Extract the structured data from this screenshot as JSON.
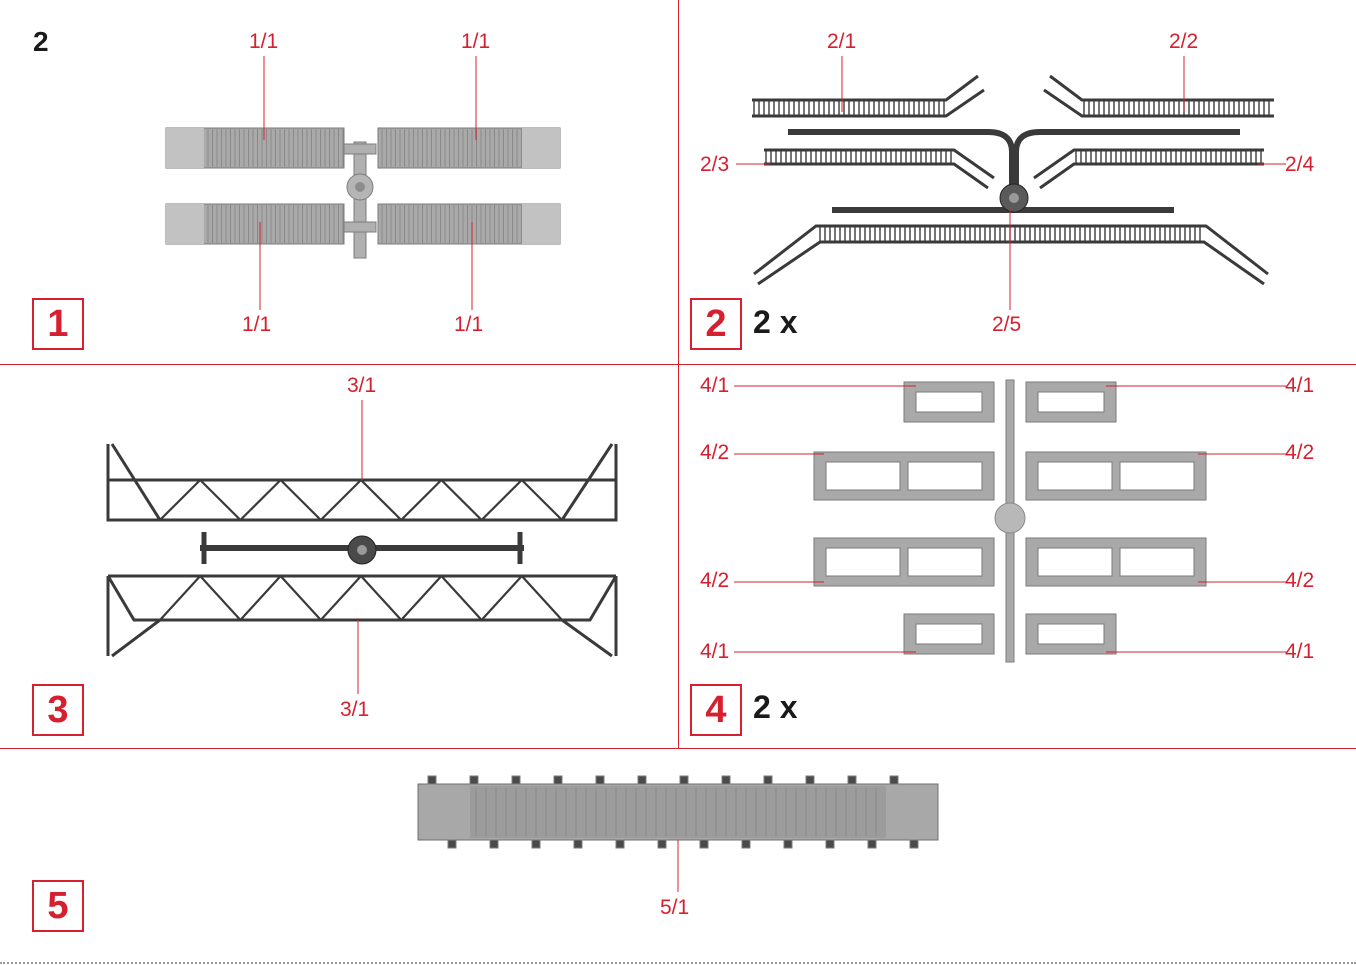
{
  "page": {
    "number": "2"
  },
  "steps": [
    {
      "number": "1",
      "quantity": "",
      "callouts": [
        "1/1",
        "1/1",
        "1/1",
        "1/1"
      ]
    },
    {
      "number": "2",
      "quantity": "2 x",
      "callouts": [
        "2/1",
        "2/2",
        "2/3",
        "2/4",
        "2/5"
      ]
    },
    {
      "number": "3",
      "quantity": "",
      "callouts": [
        "3/1",
        "3/1"
      ]
    },
    {
      "number": "4",
      "quantity": "2 x",
      "callouts": [
        "4/1",
        "4/1",
        "4/2",
        "4/2",
        "4/2",
        "4/2",
        "4/1",
        "4/1"
      ]
    },
    {
      "number": "5",
      "quantity": "",
      "callouts": [
        "5/1"
      ]
    }
  ],
  "colors": {
    "accent": "#d6202f",
    "text": "#1a1a1a",
    "part_light": "#a9a9a9",
    "part_dark": "#3c3c3c"
  }
}
